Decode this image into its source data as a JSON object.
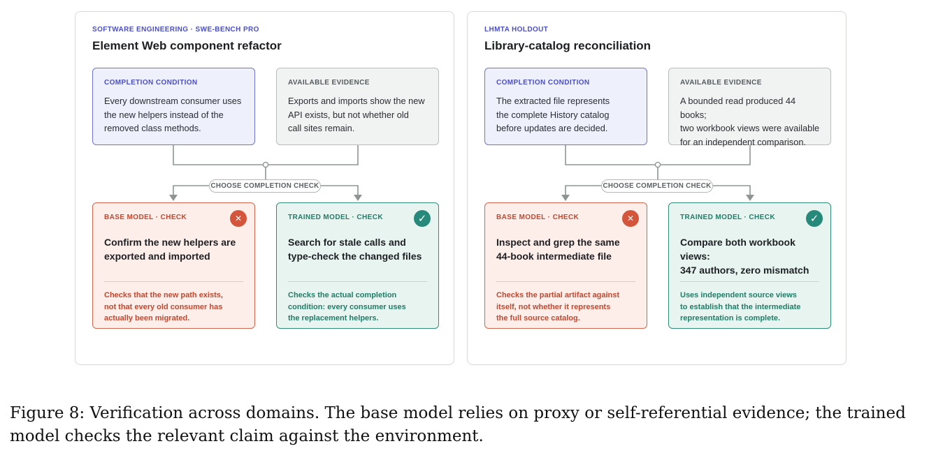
{
  "panels": [
    {
      "eyebrow": "SOFTWARE ENGINEERING · SWE-BENCH PRO",
      "title": "Element Web component refactor",
      "condition": {
        "label": "COMPLETION CONDITION",
        "lines": [
          "Every downstream consumer uses",
          "the new helpers instead of the",
          "removed class methods."
        ]
      },
      "evidence": {
        "label": "AVAILABLE EVIDENCE",
        "lines": [
          "Exports and imports show the new",
          "API exists, but not whether old",
          "call sites remain."
        ]
      },
      "connector": "CHOOSE COMPLETION CHECK",
      "base": {
        "label": "BASE MODEL · CHECK",
        "badge": "✕",
        "headline": [
          "Confirm the new helpers are",
          "exported and imported"
        ],
        "note": [
          "Checks that the new path exists,",
          "not that every old consumer has",
          "actually been migrated."
        ]
      },
      "trained": {
        "label": "TRAINED MODEL · CHECK",
        "badge": "✓",
        "headline": [
          "Search for stale calls and",
          "type-check the changed files"
        ],
        "note": [
          "Checks the actual completion",
          "condition: every consumer uses",
          "the replacement helpers."
        ]
      }
    },
    {
      "eyebrow": "LHMTA HOLDOUT",
      "title": "Library-catalog reconciliation",
      "condition": {
        "label": "COMPLETION CONDITION",
        "lines": [
          "The extracted file represents",
          "the complete History catalog",
          "before updates are decided."
        ]
      },
      "evidence": {
        "label": "AVAILABLE EVIDENCE",
        "lines": [
          "A bounded read produced 44 books;",
          "two workbook views were available",
          "for an independent comparison."
        ]
      },
      "connector": "CHOOSE COMPLETION CHECK",
      "base": {
        "label": "BASE MODEL · CHECK",
        "badge": "✕",
        "headline": [
          "Inspect and grep the same",
          "44-book intermediate file"
        ],
        "note": [
          "Checks the partial artifact against",
          "itself, not whether it represents",
          "the full source catalog."
        ]
      },
      "trained": {
        "label": "TRAINED MODEL · CHECK",
        "badge": "✓",
        "headline": [
          "Compare both workbook views:",
          "347 authors, zero mismatch"
        ],
        "note": [
          "Uses independent source views",
          "to establish that the intermediate",
          "representation is complete."
        ]
      }
    }
  ],
  "caption": {
    "line1": "Figure 8: Verification across domains. The base model relies on proxy or self-referential evidence; the trained",
    "line2": "model checks the relevant claim against the environment."
  }
}
